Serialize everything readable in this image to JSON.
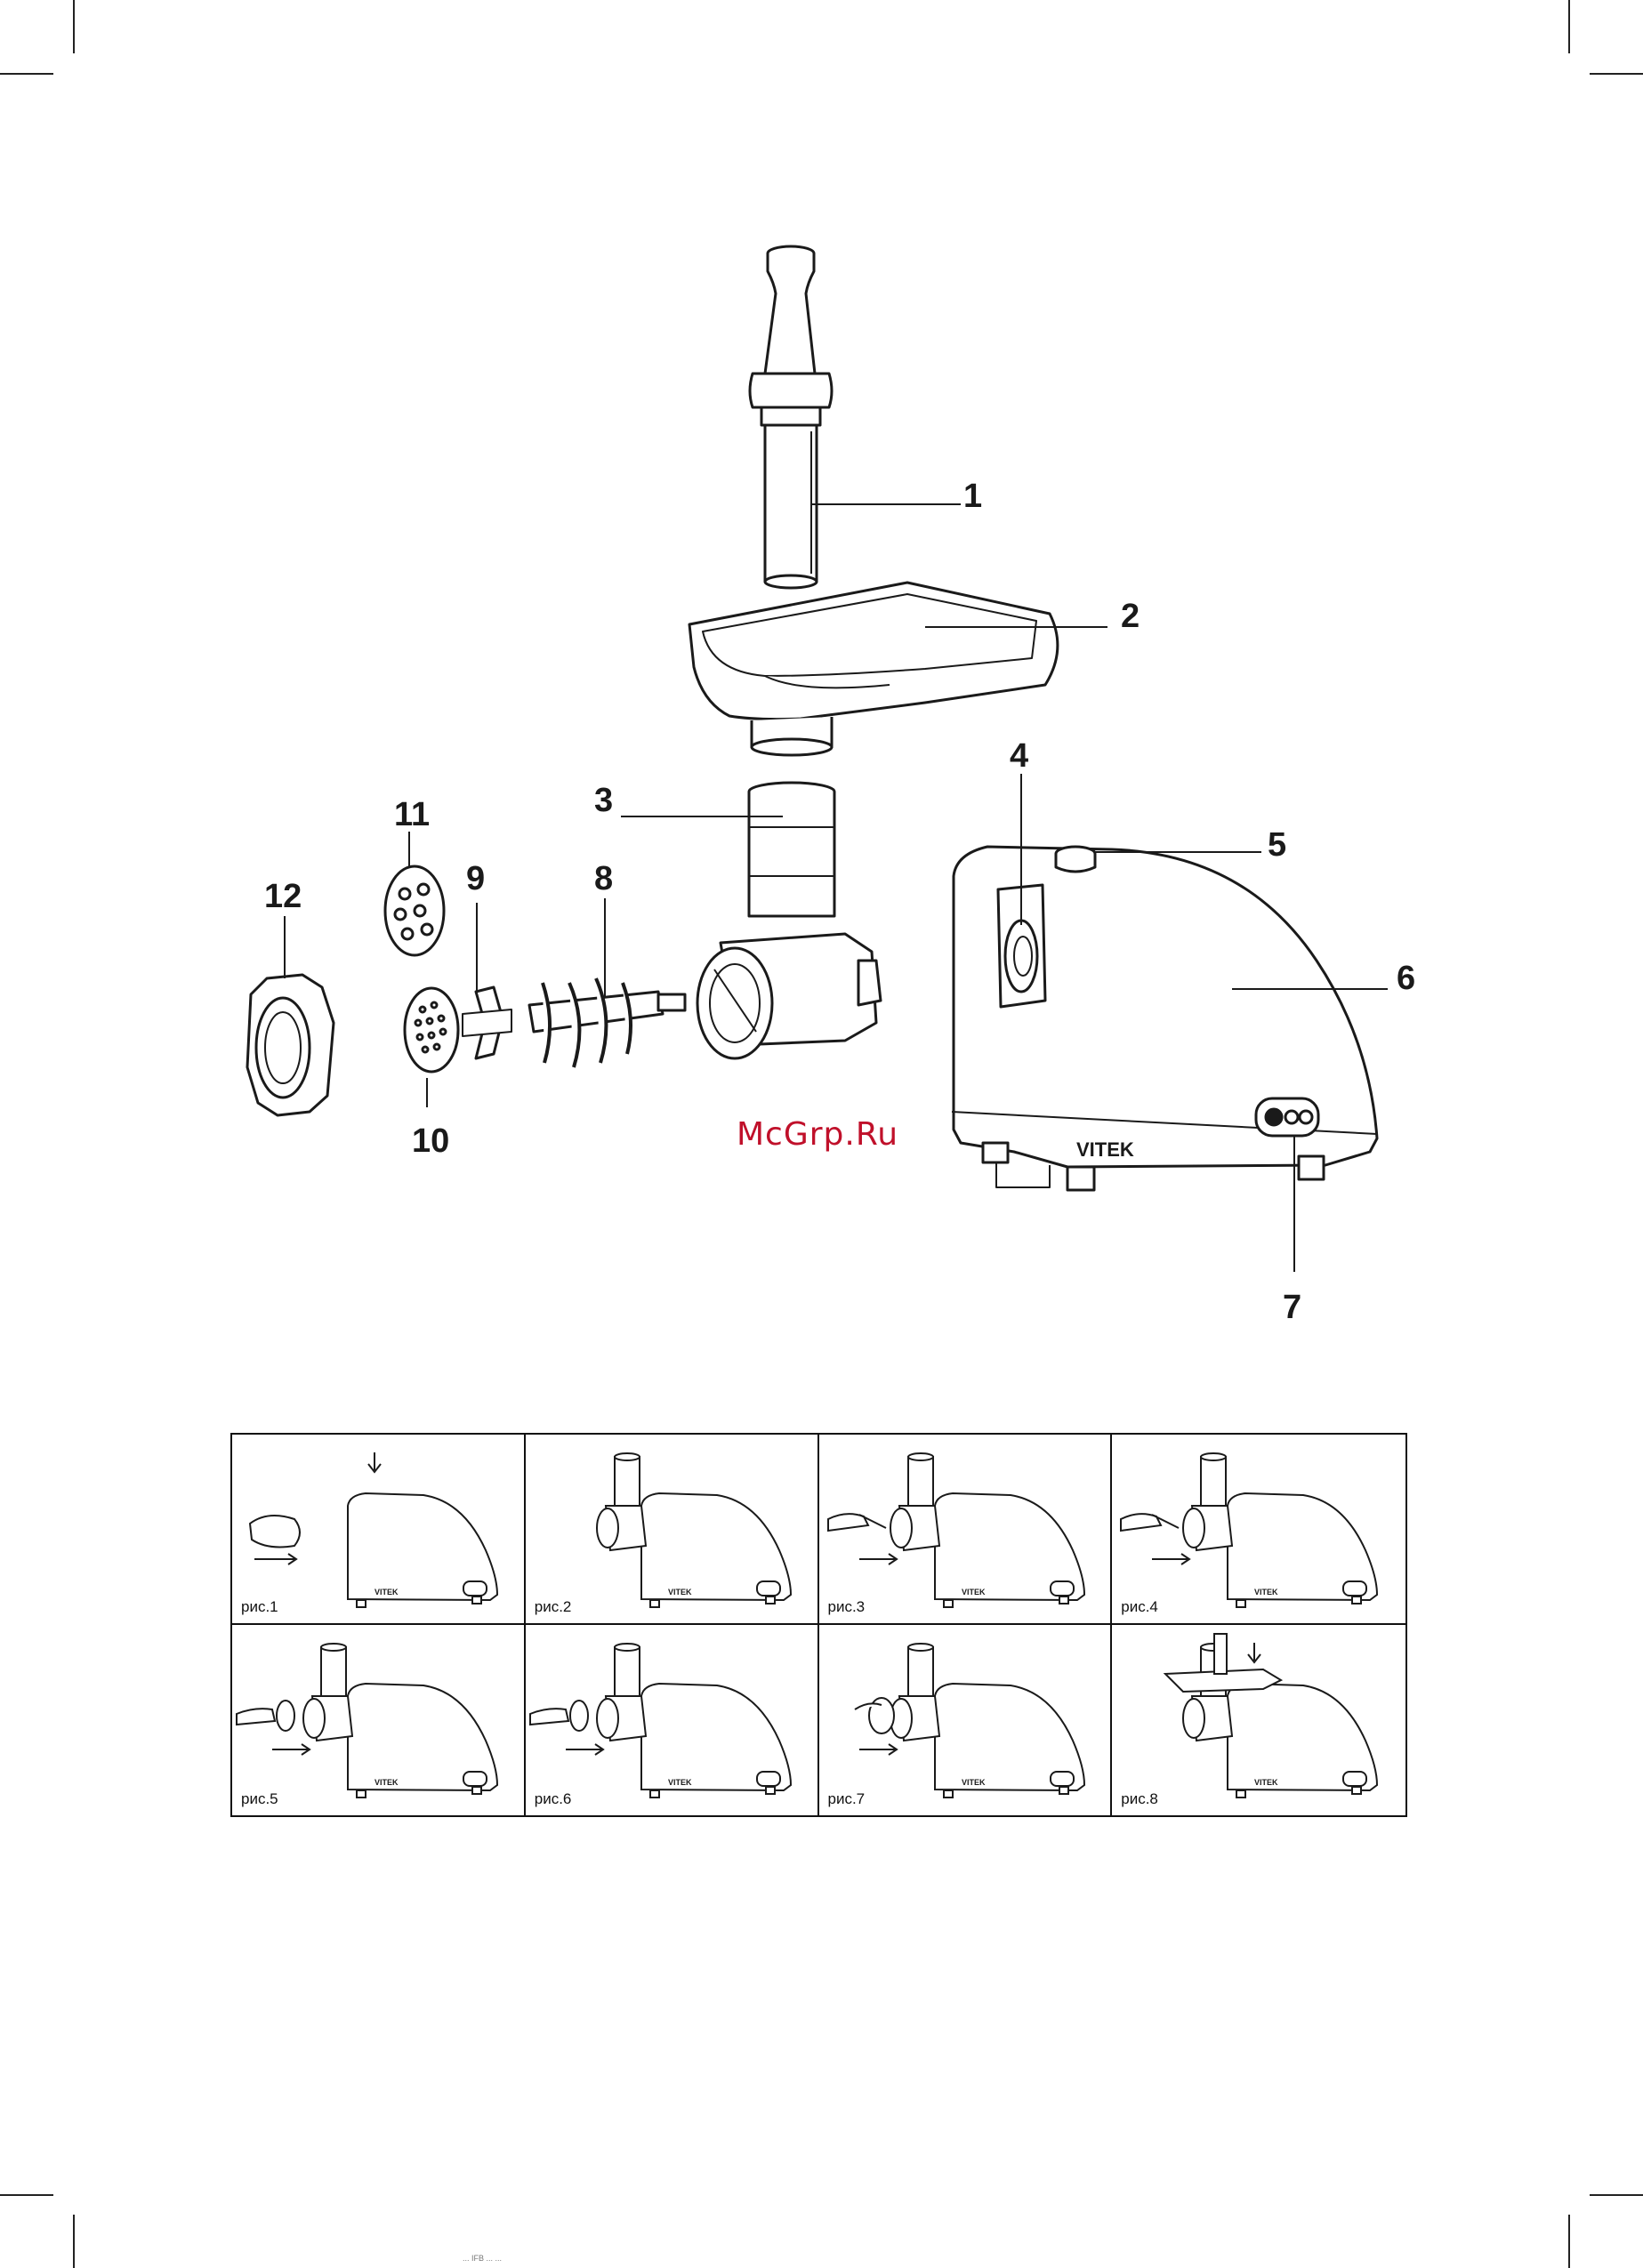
{
  "diagram": {
    "callouts": [
      {
        "id": "1",
        "label": "1"
      },
      {
        "id": "2",
        "label": "2"
      },
      {
        "id": "3",
        "label": "3"
      },
      {
        "id": "4",
        "label": "4"
      },
      {
        "id": "5",
        "label": "5"
      },
      {
        "id": "6",
        "label": "6"
      },
      {
        "id": "7",
        "label": "7"
      },
      {
        "id": "8",
        "label": "8"
      },
      {
        "id": "9",
        "label": "9"
      },
      {
        "id": "10",
        "label": "10"
      },
      {
        "id": "11",
        "label": "11"
      },
      {
        "id": "12",
        "label": "12"
      }
    ],
    "brand_label": "VITEK",
    "watermark": "McGrp.Ru"
  },
  "figures": {
    "panels": [
      {
        "caption": "рис.1"
      },
      {
        "caption": "рис.2"
      },
      {
        "caption": "рис.3"
      },
      {
        "caption": "рис.4"
      },
      {
        "caption": "рис.5"
      },
      {
        "caption": "рис.6"
      },
      {
        "caption": "рис.7"
      },
      {
        "caption": "рис.8"
      }
    ],
    "panel_brand_label": "VITEK"
  },
  "footer": {
    "print_info": "...  IFB  ...  ..."
  },
  "colors": {
    "line": "#1a1a1a",
    "watermark": "#c0102a"
  }
}
